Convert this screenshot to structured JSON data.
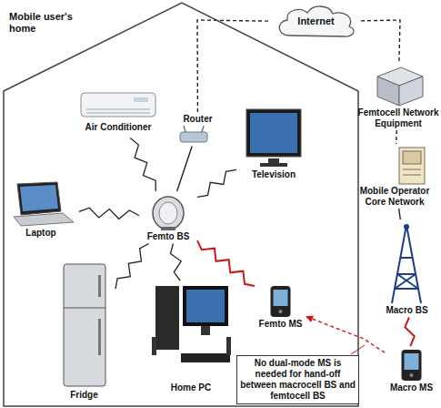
{
  "diagram": {
    "nodes": [
      {
        "text": [
          "Mobile user's home"
        ]
      },
      {
        "text": [
          "Air Conditioner"
        ],
        "in": 0
      },
      {
        "text": [
          "Router"
        ],
        "in": 0
      },
      {
        "text": [
          "Internet"
        ]
      },
      {
        "text": [
          "Television"
        ],
        "in": 0
      },
      {
        "text": [
          "Femtocell Network Equipment"
        ]
      },
      {
        "text": [
          "Laptop"
        ],
        "in": 0
      },
      {
        "text": [
          "Femto BS"
        ],
        "in": 0
      },
      {
        "text": [
          "Mobile Operator Core Network"
        ]
      },
      {
        "text": [
          "Macro BS"
        ]
      },
      {
        "text": [
          "Fridge"
        ],
        "in": 0
      },
      {
        "text": [
          "Home PC"
        ],
        "in": 0
      },
      {
        "text": [
          "Femto MS"
        ],
        "in": 0
      },
      {
        "text": [
          "No dual-mode MS is needed for hand-off between macrocell BS and femtocell BS"
        ]
      },
      {
        "text": [
          "Macro MS"
        ]
      }
    ],
    "edges": [
      {
        "from": 7,
        "to": 1,
        "arrow": "none"
      },
      {
        "from": 7,
        "to": 2,
        "arrow": "none"
      },
      {
        "from": 7,
        "to": 4,
        "arrow": "none"
      },
      {
        "from": 7,
        "to": 6,
        "arrow": "none"
      },
      {
        "from": 7,
        "to": 10,
        "arrow": "none"
      },
      {
        "from": 7,
        "to": 11,
        "arrow": "none"
      },
      {
        "from": 7,
        "to": 12,
        "arrow": "none"
      },
      {
        "from": 2,
        "to": 3,
        "arrow": "none"
      },
      {
        "from": 3,
        "to": 5,
        "arrow": "none"
      },
      {
        "from": 5,
        "to": 8,
        "arrow": "none"
      },
      {
        "from": 8,
        "to": 9,
        "arrow": "none"
      },
      {
        "from": 9,
        "to": 14,
        "arrow": "none"
      },
      {
        "from": 14,
        "to": 12,
        "arrow": "to"
      }
    ]
  }
}
